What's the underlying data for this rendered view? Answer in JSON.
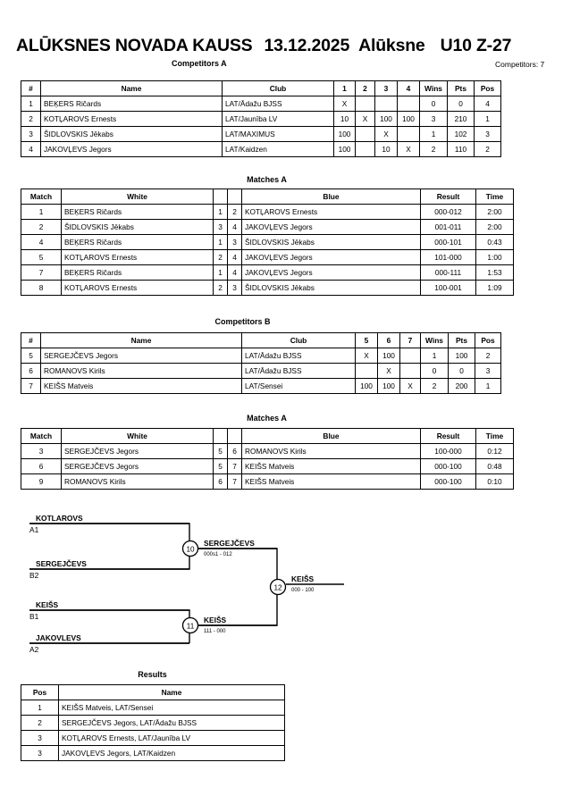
{
  "header": {
    "title_main": "ALŪKSNES NOVADA KAUSS",
    "date": "13.12.2025",
    "place": "Alūksne",
    "category": "U10 Z-27",
    "subtitle": "Competitors A",
    "competitors_count": "Competitors: 7"
  },
  "pool_a": {
    "caption": "Competitors A",
    "columns": [
      "#",
      "Name",
      "Club",
      "1",
      "2",
      "3",
      "4",
      "Wins",
      "Pts",
      "Pos"
    ],
    "rows": [
      {
        "num": "1",
        "name": "BEĶERS Ričards",
        "club": "LAT/Ādažu BJSS",
        "m": [
          "X",
          "",
          "",
          ""
        ],
        "wins": "0",
        "pts": "0",
        "pos": "4"
      },
      {
        "num": "2",
        "name": "KOTĻAROVS Ernests",
        "club": "LAT/Jaunība LV",
        "m": [
          "10",
          "X",
          "100",
          "100"
        ],
        "wins": "3",
        "pts": "210",
        "pos": "1"
      },
      {
        "num": "3",
        "name": "ŠIDLOVSKIS Jēkabs",
        "club": "LAT/MAXIMUS",
        "m": [
          "100",
          "",
          "X",
          ""
        ],
        "wins": "1",
        "pts": "102",
        "pos": "3"
      },
      {
        "num": "4",
        "name": "JAKOVĻEVS Jegors",
        "club": "LAT/Kaidzen",
        "m": [
          "100",
          "",
          "10",
          "X"
        ],
        "wins": "2",
        "pts": "110",
        "pos": "2"
      }
    ]
  },
  "matches_a": {
    "caption": "Matches A",
    "columns": [
      "Match",
      "White",
      "",
      "",
      "Blue",
      "Result",
      "Time"
    ],
    "rows": [
      {
        "match": "1",
        "white": "BEĶERS Ričards",
        "white_no": "1",
        "blue_no": "2",
        "blue": "KOTĻAROVS Ernests",
        "result": "000-012",
        "time": "2:00",
        "winner": "blue"
      },
      {
        "match": "2",
        "white": "ŠIDLOVSKIS Jēkabs",
        "white_no": "3",
        "blue_no": "4",
        "blue": "JAKOVĻEVS Jegors",
        "result": "001-011",
        "time": "2:00",
        "winner": "blue"
      },
      {
        "match": "4",
        "white": "BEĶERS Ričards",
        "white_no": "1",
        "blue_no": "3",
        "blue": "ŠIDLOVSKIS Jēkabs",
        "result": "000-101",
        "time": "0:43",
        "winner": "blue"
      },
      {
        "match": "5",
        "white": "KOTĻAROVS Ernests",
        "white_no": "2",
        "blue_no": "4",
        "blue": "JAKOVĻEVS Jegors",
        "result": "101-000",
        "time": "1:00",
        "winner": "white"
      },
      {
        "match": "7",
        "white": "BEĶERS Ričards",
        "white_no": "1",
        "blue_no": "4",
        "blue": "JAKOVĻEVS Jegors",
        "result": "000-111",
        "time": "1:53",
        "winner": "blue"
      },
      {
        "match": "8",
        "white": "KOTĻAROVS Ernests",
        "white_no": "2",
        "blue_no": "3",
        "blue": "ŠIDLOVSKIS Jēkabs",
        "result": "100-001",
        "time": "1:09",
        "winner": "white"
      }
    ]
  },
  "pool_b": {
    "caption": "Competitors B",
    "columns": [
      "#",
      "Name",
      "Club",
      "5",
      "6",
      "7",
      "Wins",
      "Pts",
      "Pos"
    ],
    "rows": [
      {
        "num": "5",
        "name": "SERGEJČEVS Jegors",
        "club": "LAT/Ādažu BJSS",
        "m": [
          "X",
          "100",
          ""
        ],
        "wins": "1",
        "pts": "100",
        "pos": "2"
      },
      {
        "num": "6",
        "name": "ROMANOVS Kirils",
        "club": "LAT/Ādažu BJSS",
        "m": [
          "",
          "X",
          ""
        ],
        "wins": "0",
        "pts": "0",
        "pos": "3"
      },
      {
        "num": "7",
        "name": "KEIŠS Matveis",
        "club": "LAT/Sensei",
        "m": [
          "100",
          "100",
          "X"
        ],
        "wins": "2",
        "pts": "200",
        "pos": "1"
      }
    ]
  },
  "matches_b": {
    "caption": "Matches A",
    "columns": [
      "Match",
      "White",
      "",
      "",
      "Blue",
      "Result",
      "Time"
    ],
    "rows": [
      {
        "match": "3",
        "white": "SERGEJČEVS Jegors",
        "white_no": "5",
        "blue_no": "6",
        "blue": "ROMANOVS Kirils",
        "result": "100-000",
        "time": "0:12",
        "winner": "white"
      },
      {
        "match": "6",
        "white": "SERGEJČEVS Jegors",
        "white_no": "5",
        "blue_no": "7",
        "blue": "KEIŠS Matveis",
        "result": "000-100",
        "time": "0:48",
        "winner": "blue"
      },
      {
        "match": "9",
        "white": "ROMANOVS Kirils",
        "white_no": "6",
        "blue_no": "7",
        "blue": "KEIŠS Matveis",
        "result": "000-100",
        "time": "0:10",
        "winner": "blue"
      }
    ]
  },
  "bracket": {
    "entrants": [
      {
        "name": "KOTLAROVS",
        "seed": "A1"
      },
      {
        "name": "SERGEJČEVS",
        "seed": "B2"
      },
      {
        "name": "KEIŠS",
        "seed": "B1"
      },
      {
        "name": "JAKOVLEVS",
        "seed": "A2"
      }
    ],
    "semifinals": [
      {
        "number": "10",
        "winner": "SERGEJČEVS",
        "score": "000s1 - 012"
      },
      {
        "number": "11",
        "winner": "KEIŠS",
        "score": "111 - 000"
      }
    ],
    "final": {
      "number": "12",
      "winner": "KEIŠS",
      "score": "000 - 100"
    }
  },
  "results": {
    "caption": "Results",
    "columns": [
      "Pos",
      "Name"
    ],
    "rows": [
      {
        "pos": "1",
        "name": "KEIŠS Matveis, LAT/Sensei"
      },
      {
        "pos": "2",
        "name": "SERGEJČEVS Jegors, LAT/Ādažu BJSS"
      },
      {
        "pos": "3",
        "name": "KOTĻAROVS Ernests, LAT/Jaunība LV"
      },
      {
        "pos": "3",
        "name": "JAKOVĻEVS Jegors, LAT/Kaidzen"
      }
    ]
  }
}
